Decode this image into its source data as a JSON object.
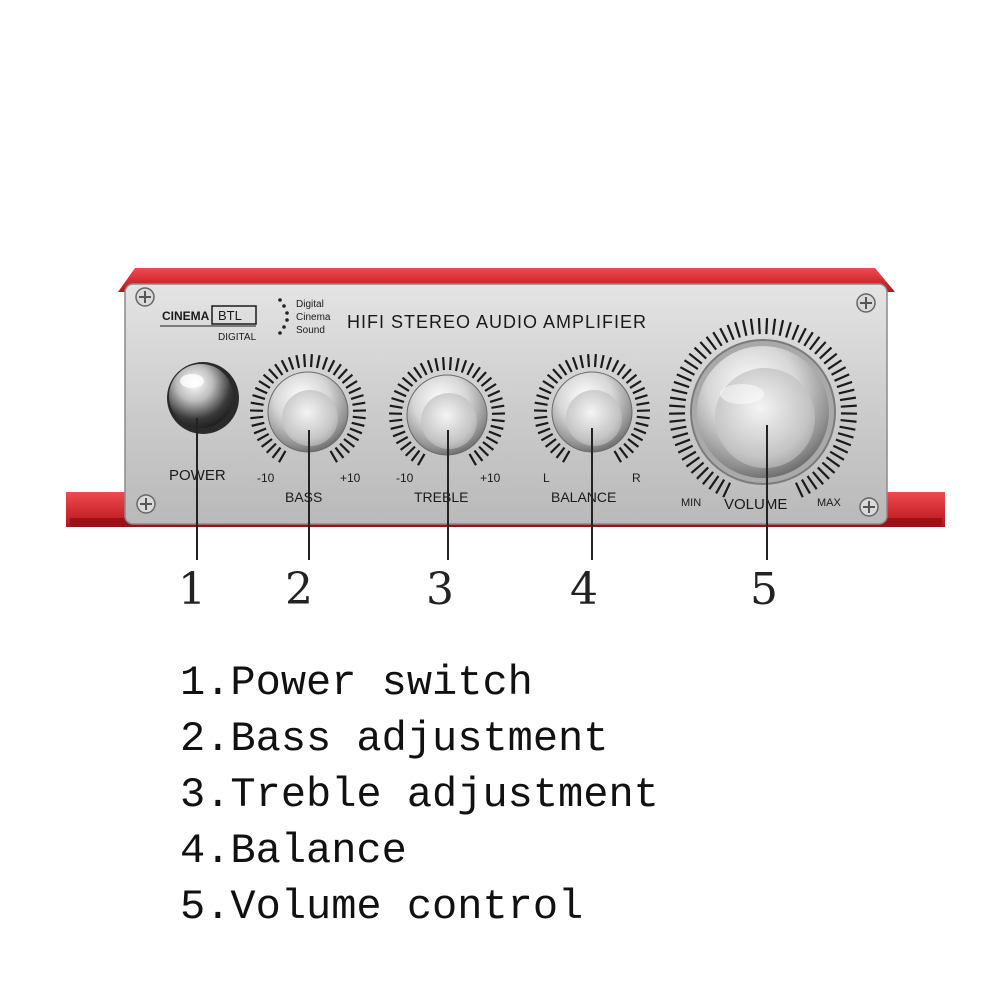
{
  "brand": {
    "cinema": "CINEMA",
    "btl": "BTL",
    "digital": "DIGITAL",
    "tagline": [
      "Digital",
      "Cinema",
      "Sound"
    ]
  },
  "panel": {
    "title": "HIFI STEREO AUDIO AMPLIFIER",
    "power_label": "POWER",
    "bass": {
      "label": "BASS",
      "min": "-10",
      "max": "+10"
    },
    "treble": {
      "label": "TREBLE",
      "min": "-10",
      "max": "+10"
    },
    "balance": {
      "label": "BALANCE",
      "min": "L",
      "max": "R"
    },
    "volume": {
      "label": "VOLUME",
      "min": "MIN",
      "max": "MAX"
    }
  },
  "callouts": [
    "1",
    "2",
    "3",
    "4",
    "5"
  ],
  "legend": [
    "1.Power switch",
    "2.Bass adjustment",
    "3.Treble adjustment",
    "4.Balance",
    "5.Volume control"
  ],
  "colors": {
    "chassis": "#d8262c",
    "panel": "#c9c9c9",
    "label_text": "#1a1a1a"
  }
}
